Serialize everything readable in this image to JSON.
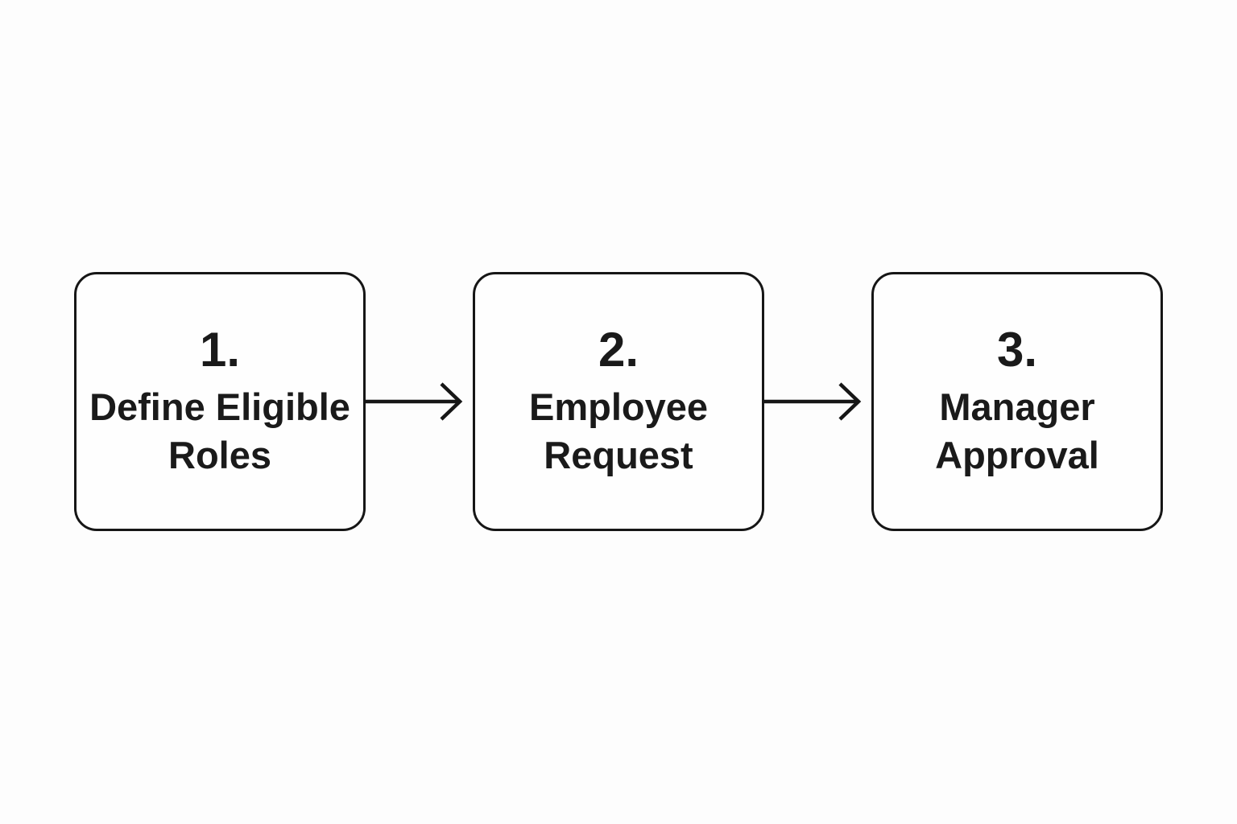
{
  "diagram": {
    "type": "flowchart",
    "direction": "left-to-right",
    "steps": [
      {
        "number": "1.",
        "label": "Define Eligible Roles"
      },
      {
        "number": "2.",
        "label": "Employee Request"
      },
      {
        "number": "3.",
        "label": "Manager Approval"
      }
    ],
    "connectors": [
      {
        "from": 1,
        "to": 2,
        "style": "arrow-right"
      },
      {
        "from": 2,
        "to": 3,
        "style": "arrow-right"
      }
    ],
    "colors": {
      "background": "#fdfdfd",
      "box_background": "#fefefe",
      "border": "#161616",
      "text": "#1a1a1a",
      "arrow": "#161616"
    }
  }
}
